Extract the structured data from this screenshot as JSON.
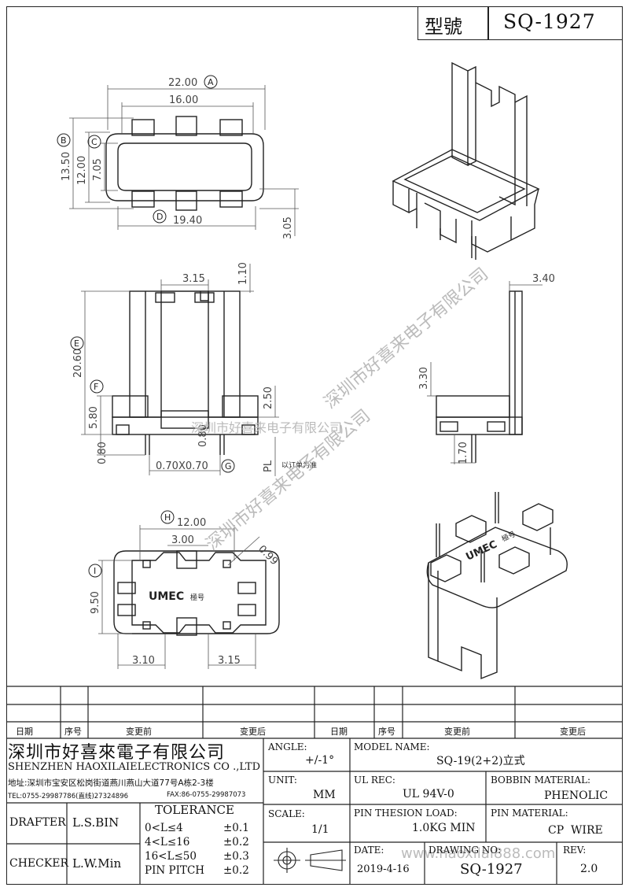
{
  "title_block": {
    "type_label": "型號",
    "model": "SQ-1927"
  },
  "dimensions": {
    "top_view": [
      "22.00",
      "16.00",
      "13.50",
      "12.00",
      "7.05",
      "19.40",
      "3.05"
    ],
    "front_view": [
      "3.15",
      "1.10",
      "20.60",
      "5.80",
      "0.80",
      "0.80",
      "2.50",
      "0.70X0.70",
      "PL"
    ],
    "side_view": [
      "3.40",
      "3.30",
      "1.70"
    ],
    "bottom_view": [
      "12.00",
      "3.00",
      "0.99",
      "9.50",
      "3.10",
      "3.15"
    ]
  },
  "callouts": [
    "A",
    "B",
    "C",
    "D",
    "E",
    "F",
    "G",
    "H",
    "I"
  ],
  "notes": {
    "pl_note": "以订单为准",
    "bottom_logo": "UMEC",
    "bottom_mark": "極号",
    "iso_logo": "UMEC",
    "iso_mark": "極号"
  },
  "watermarks": {
    "diagonal_1": "深圳市好喜来电子有限公司",
    "horizontal": "深圳市好喜来电子有限公司",
    "diagonal_2": "深圳市好喜来电子有限公司",
    "url": "www.haoxilai888.com"
  },
  "revision_table": {
    "headers": [
      "日期",
      "序号",
      "变更前",
      "变更后",
      "日期",
      "序号",
      "变更前",
      "变更后"
    ]
  },
  "company": {
    "name_cn": "深圳市好喜來電子有限公司",
    "name_en": "SHENZHEN HAOXILAIELECTRONICS CO .,LTD",
    "address": "地址:深圳市宝安区松岗街道燕川燕山大道77号A栋2-3楼",
    "tel": "TEL:0755-29987786(直线)27324896",
    "fax": "FAX:86-0755-29987073"
  },
  "fields": {
    "angle_label": "ANGLE:",
    "angle_value": "+/-1°",
    "model_name_label": "MODEL NAME:",
    "model_name_value": "SQ-19(2+2)立式",
    "unit_label": "UNIT:",
    "unit_value": "MM",
    "ul_rec_label": "UL REC:",
    "ul_rec_value": "UL 94V-0",
    "bobbin_material_label": "BOBBIN MATERIAL:",
    "bobbin_material_value": "PHENOLIC",
    "scale_label": "SCALE:",
    "scale_value": "1/1",
    "pin_tension_label": "PIN THESION LOAD:",
    "pin_tension_value": "1.0KG MIN",
    "pin_material_label": "PIN MATERIAL:",
    "pin_material_value": "CP  WIRE",
    "date_label": "DATE:",
    "date_value": "2019-4-16",
    "drawing_no_label": "DRAWING NO:",
    "drawing_no_value": "SQ-1927",
    "rev_label": "REV:",
    "rev_value": "2.0"
  },
  "people": {
    "drafter_label": "DRAFTER",
    "drafter_value": "L.S.BIN",
    "checker_label": "CHECKER",
    "checker_value": "L.W.Min"
  },
  "tolerance": {
    "title": "TOLERANCE",
    "rows": [
      {
        "range": "0<L≤4",
        "value": "±0.1"
      },
      {
        "range": "4<L≤16",
        "value": "±0.2"
      },
      {
        "range": "16<L≤50",
        "value": "±0.3"
      },
      {
        "range": "PIN PITCH",
        "value": "±0.2"
      }
    ]
  }
}
